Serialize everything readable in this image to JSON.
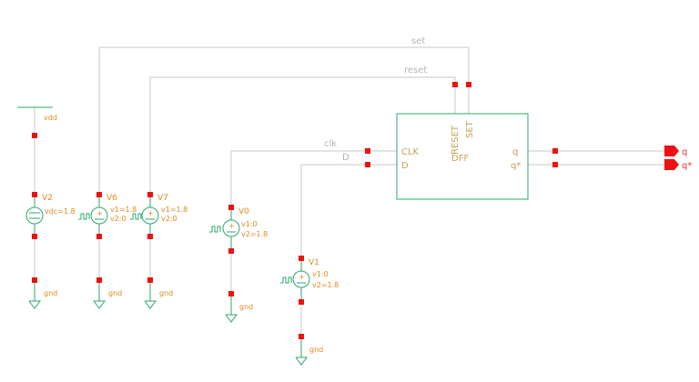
{
  "nets": {
    "set": "set",
    "reset": "reset",
    "clk": "clk",
    "d": "D",
    "vdd": "vdd"
  },
  "dff": {
    "name": "DFF",
    "pin_reset": "RESET",
    "pin_set": "SET",
    "pin_clk": "CLK",
    "pin_d": "D",
    "pin_q": "q",
    "pin_qb": "q*"
  },
  "outputs": {
    "q": "q",
    "qb": "q*"
  },
  "sources": {
    "v2": {
      "name": "V2",
      "p1": "vdc=1.8",
      "p2": ""
    },
    "v6": {
      "name": "V6",
      "p1": "v1=1.8",
      "p2": "v2:0"
    },
    "v7": {
      "name": "V7",
      "p1": "v1=1.8",
      "p2": "v2:0"
    },
    "v0": {
      "name": "V0",
      "p1": "v1:0",
      "p2": "v2=1.8"
    },
    "v1": {
      "name": "V1",
      "p1": "v1:0",
      "p2": "v2=1.8"
    }
  },
  "gnd": "gnd",
  "colors": {
    "wire": "#c9c9c9",
    "pin": "#ee1111",
    "symbol": "#2aa86a",
    "text": "#e08a1a"
  }
}
